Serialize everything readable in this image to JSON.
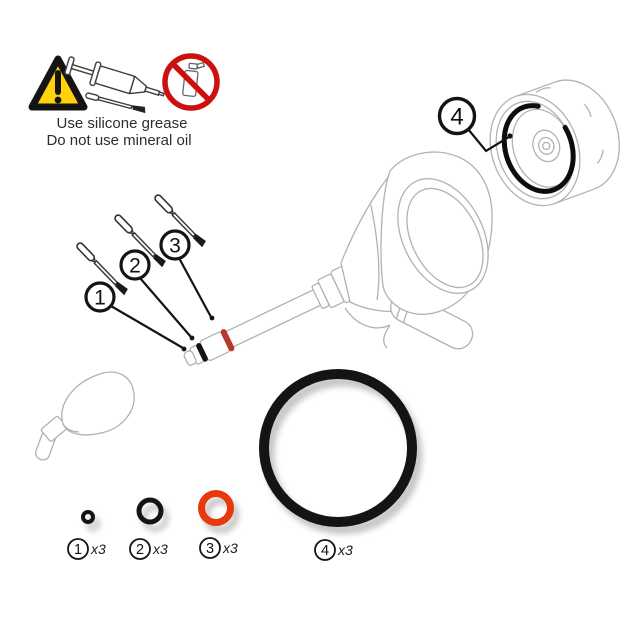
{
  "notice": {
    "line1": "Use silicone grease",
    "line2": "Do not use mineral oil"
  },
  "callouts": [
    {
      "label": "1"
    },
    {
      "label": "2"
    },
    {
      "label": "3"
    },
    {
      "label": "4"
    }
  ],
  "legend": [
    {
      "num": "1",
      "qty": "x3"
    },
    {
      "num": "2",
      "qty": "x3"
    },
    {
      "num": "3",
      "qty": "x3"
    },
    {
      "num": "4",
      "qty": "x3"
    }
  ],
  "icons": [
    "warning-triangle-icon",
    "grease-syringe-icon",
    "grease-applicator-icon",
    "no-mineral-oil-icon"
  ],
  "colors": {
    "warning_yellow": "#ffd20b",
    "prohibition_red": "#cc0f0f",
    "oring_orange": "#e8380d",
    "shaft_oring_red": "#b5392c",
    "line_art_gray": "#b2b2b2",
    "ink": "#141414"
  }
}
